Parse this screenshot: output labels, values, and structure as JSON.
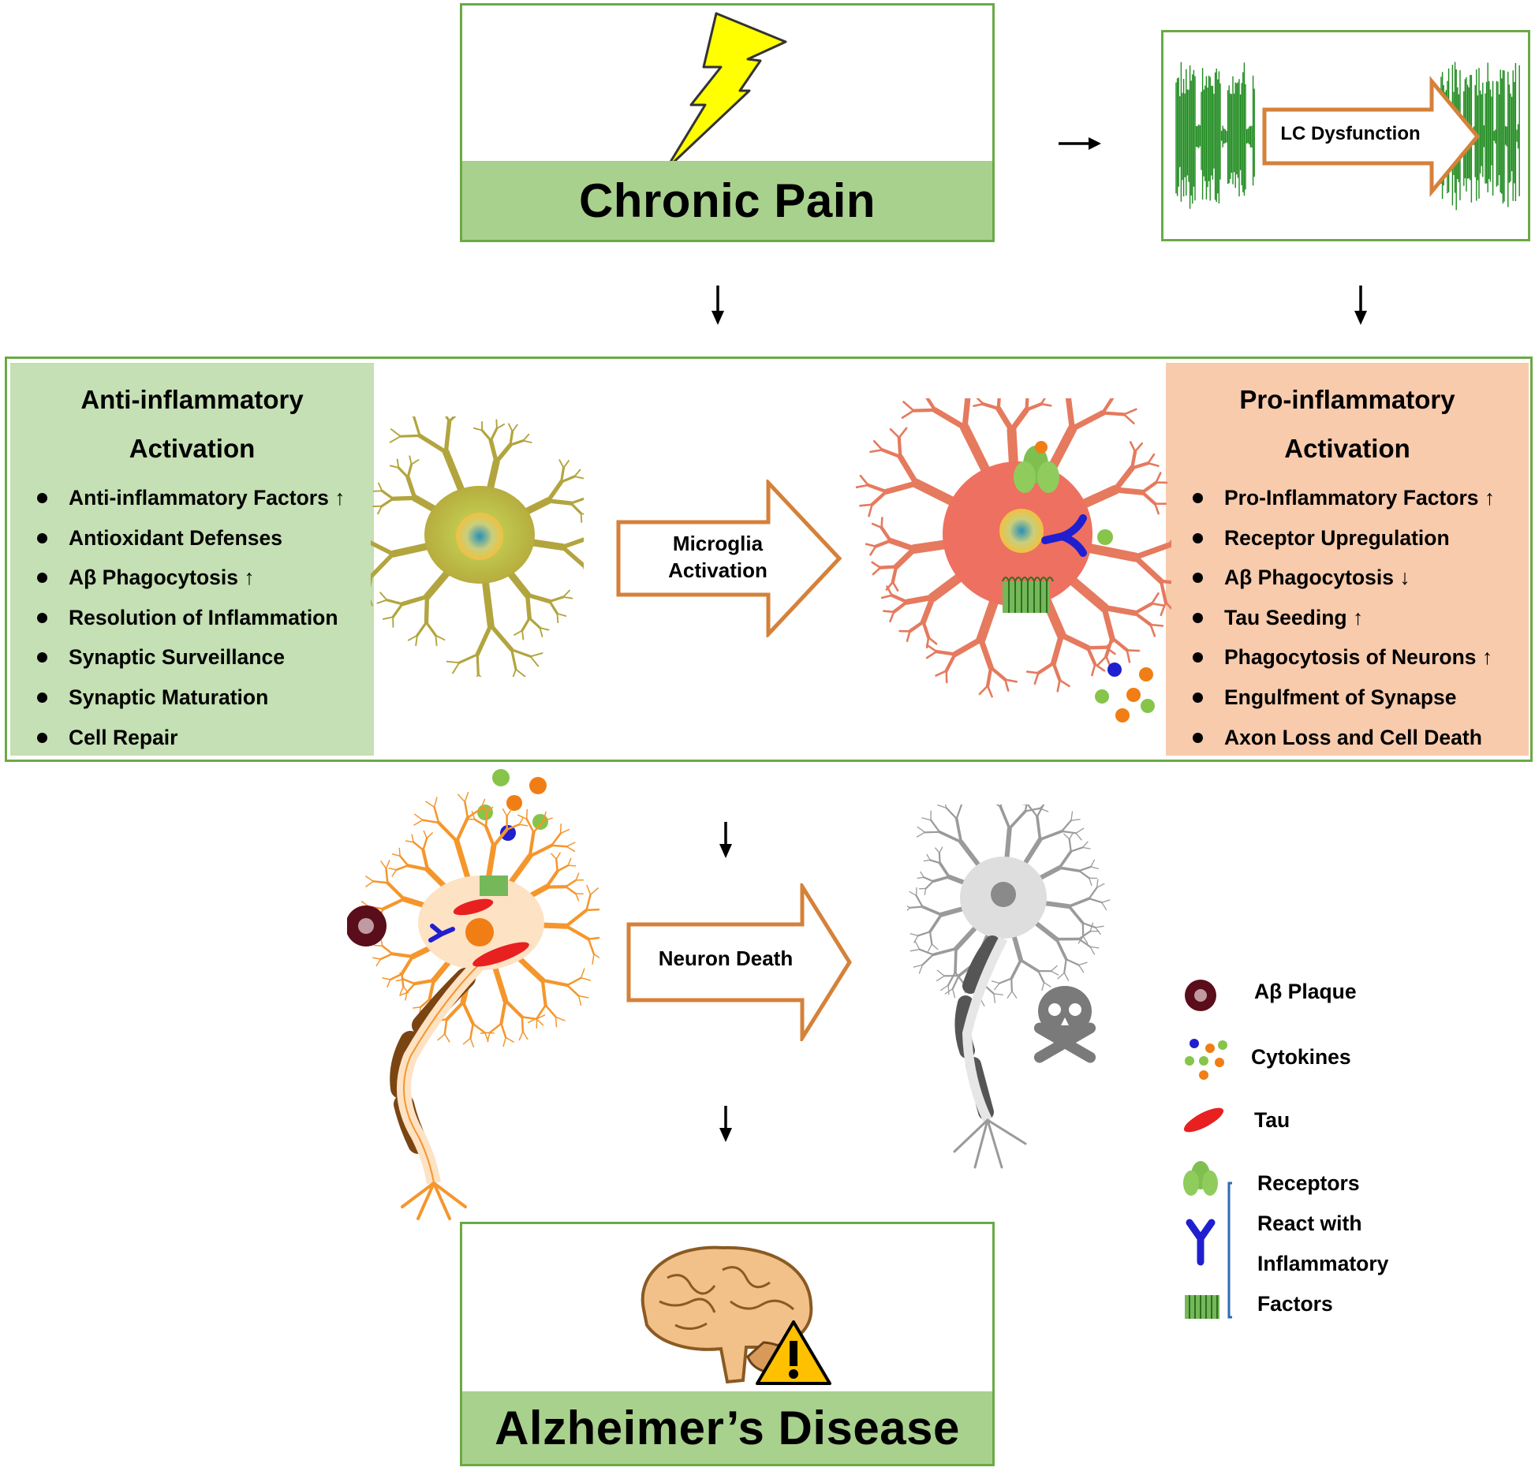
{
  "top": {
    "chronic_pain": "Chronic Pain",
    "lc_dysfunction": "LC Dysfunction"
  },
  "left_panel": {
    "title_line1": "Anti-inflammatory",
    "title_line2": "Activation",
    "items": [
      "Anti-inflammatory Factors ↑",
      "Antioxidant Defenses",
      "Aβ Phagocytosis ↑",
      "Resolution of Inflammation",
      "Synaptic Surveillance",
      "Synaptic Maturation",
      "Cell Repair"
    ]
  },
  "right_panel": {
    "title_line1": "Pro-inflammatory",
    "title_line2": "Activation",
    "items": [
      "Pro-Inflammatory Factors ↑",
      "Receptor Upregulation",
      "Aβ Phagocytosis ↓",
      "Tau Seeding ↑",
      "Phagocytosis of Neurons ↑",
      "Engulfment of Synapse",
      "Axon Loss and Cell Death"
    ]
  },
  "arrows": {
    "microglia_line1": "Microglia",
    "microglia_line2": "Activation",
    "neuron_death": "Neuron Death"
  },
  "bottom": {
    "alzheimers": "Alzheimer’s Disease"
  },
  "legend": {
    "plaque": "Aβ Plaque",
    "cytokines": "Cytokines",
    "tau": "Tau",
    "receptors_line1": "Receptors",
    "receptors_line2": "React with",
    "receptors_line3": "Inflammatory",
    "receptors_line4": "Factors"
  },
  "colors": {
    "green_border": "#6aaa45",
    "green_fill": "#a9d18e",
    "left_panel_fill": "#c5e0b4",
    "right_panel_fill": "#f8cbad",
    "arrow_orange": "#d5813a",
    "wave_green": "#1e8a1e"
  },
  "icons": [
    "lightning-bolt-icon",
    "microglia-resting-icon",
    "microglia-activated-icon",
    "neuron-orange-icon",
    "neuron-dead-icon",
    "skull-crossbones-icon",
    "brain-icon",
    "warning-icon",
    "plaque-icon",
    "cytokines-icon",
    "tau-icon",
    "receptor-green-icon",
    "receptor-blue-icon",
    "receptor-coil-icon"
  ]
}
